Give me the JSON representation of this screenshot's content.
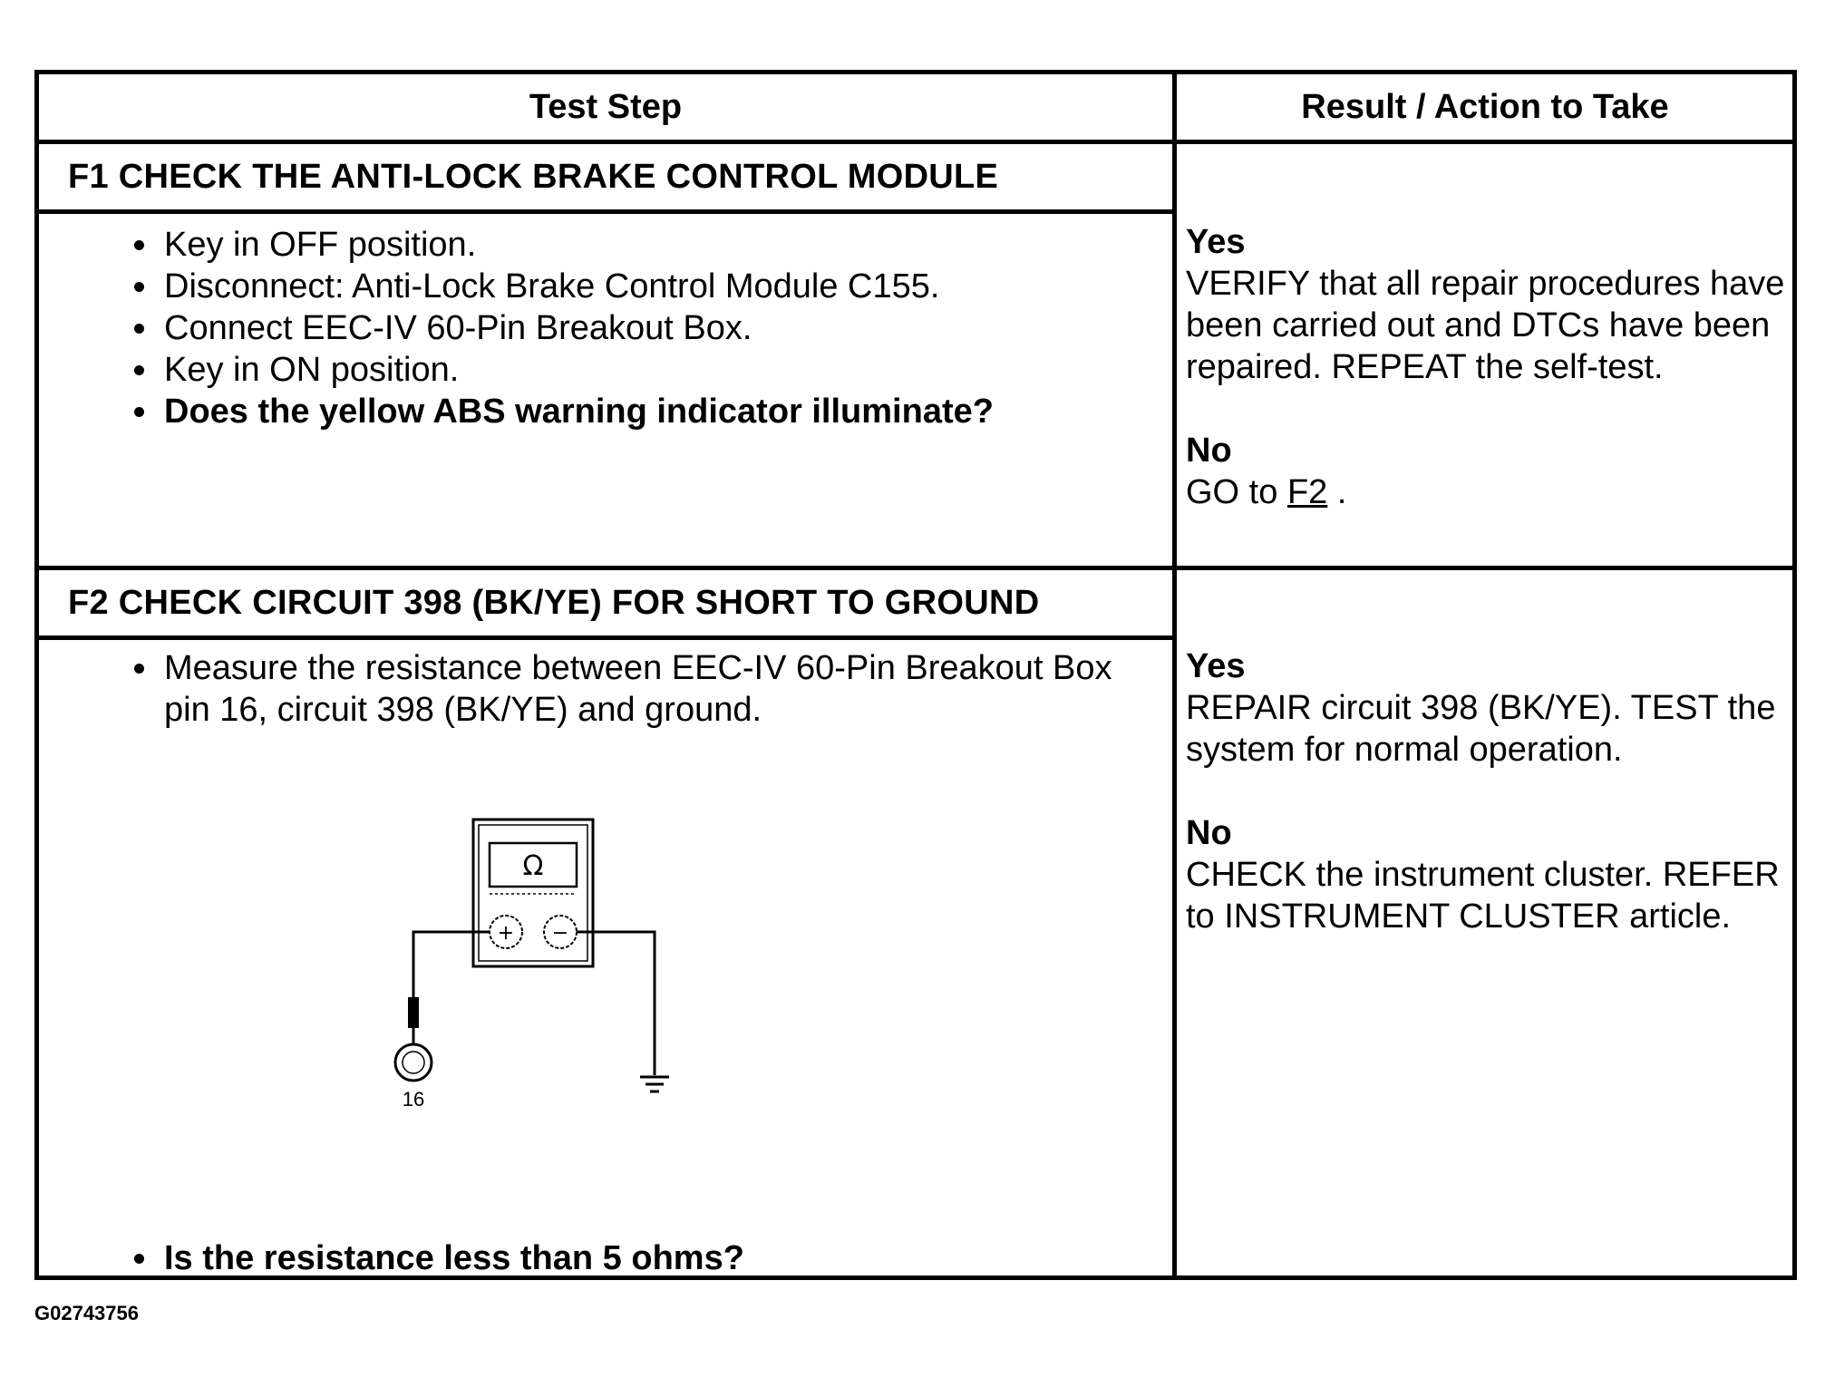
{
  "table": {
    "header_test_step": "Test Step",
    "header_result": "Result / Action to Take"
  },
  "f1": {
    "title": "F1 CHECK THE ANTI-LOCK BRAKE CONTROL MODULE",
    "steps": [
      "Key in OFF position.",
      "Disconnect: Anti-Lock Brake Control Module C155.",
      "Connect EEC-IV 60-Pin Breakout Box.",
      "Key in ON position.",
      "Does the yellow ABS warning indicator illuminate?"
    ],
    "yes_label": "Yes",
    "yes_text": "VERIFY that all repair procedures have been carried out and DTCs have been repaired. REPEAT the self-test.",
    "no_label": "No",
    "no_text_prefix": "GO to",
    "no_link": "F2",
    "no_text_suffix": "."
  },
  "f2": {
    "title": "F2 CHECK CIRCUIT 398 (BK/YE) FOR SHORT TO GROUND",
    "steps": [
      "Measure the resistance between EEC-IV 60-Pin Breakout Box pin 16, circuit 398 (BK/YE) and ground.",
      "Is the resistance less than 5 ohms?"
    ],
    "yes_label": "Yes",
    "yes_text": "REPAIR circuit 398 (BK/YE). TEST the system for normal operation.",
    "no_label": "No",
    "no_text": "CHECK the instrument cluster. REFER to INSTRUMENT CLUSTER article."
  },
  "diagram": {
    "meter_symbol": "Ω",
    "plus_symbol": "+",
    "minus_symbol": "−",
    "pin_label": "16"
  },
  "footer": {
    "figure_id": "G02743756"
  }
}
